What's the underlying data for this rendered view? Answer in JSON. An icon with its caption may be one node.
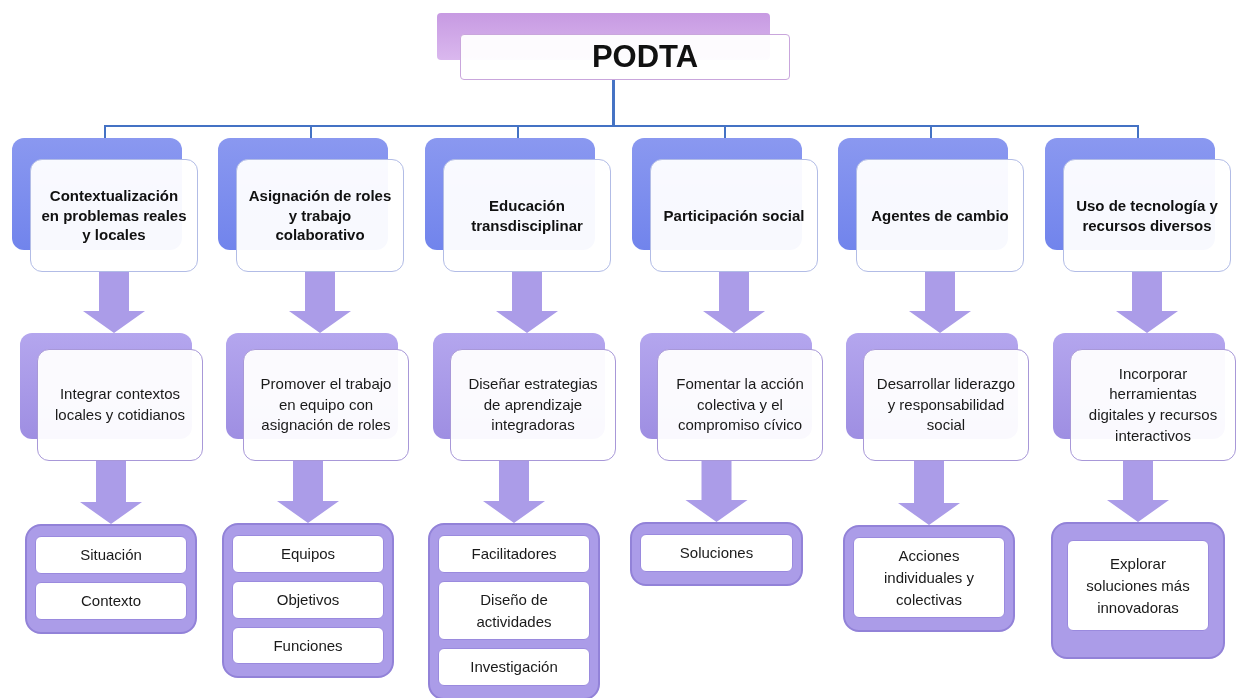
{
  "diagram": {
    "nodes": [
      {
        "text": [
          "PODTA"
        ]
      },
      {
        "text": [
          "Contextualización en problemas reales y locales"
        ]
      },
      {
        "text": [
          "Asignación de roles y trabajo colaborativo"
        ]
      },
      {
        "text": [
          "Educación transdisciplinar"
        ]
      },
      {
        "text": [
          "Participación social"
        ]
      },
      {
        "text": [
          "Agentes de cambio"
        ]
      },
      {
        "text": [
          "Uso de tecnología y recursos diversos"
        ]
      },
      {
        "text": [
          "Integrar contextos locales y cotidianos"
        ]
      },
      {
        "text": [
          "Promover el trabajo en equipo con asignación de roles"
        ]
      },
      {
        "text": [
          "Diseñar estrategias de aprendizaje integradoras"
        ]
      },
      {
        "text": [
          "Fomentar la acción colectiva y el compromiso cívico"
        ]
      },
      {
        "text": [
          "Desarrollar liderazgo y responsabilidad social"
        ]
      },
      {
        "text": [
          "Incorporar herramientas digitales y recursos interactivos"
        ]
      },
      {
        "text": [],
        "shape": "box"
      },
      {
        "text": [
          "Situación"
        ],
        "in": 13
      },
      {
        "text": [
          "Contexto"
        ],
        "in": 13
      },
      {
        "text": [],
        "shape": "box"
      },
      {
        "text": [
          "Equipos"
        ],
        "in": 16
      },
      {
        "text": [
          "Objetivos"
        ],
        "in": 16
      },
      {
        "text": [
          "Funciones"
        ],
        "in": 16
      },
      {
        "text": [],
        "shape": "box"
      },
      {
        "text": [
          "Facilitadores"
        ],
        "in": 20
      },
      {
        "text": [
          "Diseño de actividades"
        ],
        "in": 20
      },
      {
        "text": [
          "Investigación"
        ],
        "in": 20
      },
      {
        "text": [],
        "shape": "box"
      },
      {
        "text": [
          "Soluciones"
        ],
        "in": 24
      },
      {
        "text": [],
        "shape": "box"
      },
      {
        "text": [
          "Acciones individuales y colectivas"
        ],
        "in": 26
      },
      {
        "text": [],
        "shape": "box"
      },
      {
        "text": [
          "Explorar soluciones más innovadoras"
        ],
        "in": 28
      }
    ],
    "edges": [
      {
        "from": 0,
        "to": 1,
        "arrow": "none",
        "color": "#4472c4"
      },
      {
        "from": 0,
        "to": 2,
        "arrow": "none",
        "color": "#4472c4"
      },
      {
        "from": 0,
        "to": 3,
        "arrow": "none",
        "color": "#4472c4"
      },
      {
        "from": 0,
        "to": 4,
        "arrow": "none",
        "color": "#4472c4"
      },
      {
        "from": 0,
        "to": 5,
        "arrow": "none",
        "color": "#4472c4"
      },
      {
        "from": 0,
        "to": 6,
        "arrow": "none",
        "color": "#4472c4"
      },
      {
        "from": 1,
        "to": 7,
        "arrow": "to"
      },
      {
        "from": 2,
        "to": 8,
        "arrow": "to"
      },
      {
        "from": 3,
        "to": 9,
        "arrow": "to"
      },
      {
        "from": 4,
        "to": 10,
        "arrow": "to"
      },
      {
        "from": 5,
        "to": 11,
        "arrow": "to"
      },
      {
        "from": 6,
        "to": 12,
        "arrow": "to"
      },
      {
        "from": 7,
        "to": 13,
        "arrow": "to"
      },
      {
        "from": 8,
        "to": 16,
        "arrow": "to"
      },
      {
        "from": 9,
        "to": 20,
        "arrow": "to"
      },
      {
        "from": 10,
        "to": 24,
        "arrow": "to"
      },
      {
        "from": 11,
        "to": 26,
        "arrow": "to"
      },
      {
        "from": 12,
        "to": 28,
        "arrow": "to"
      }
    ]
  }
}
